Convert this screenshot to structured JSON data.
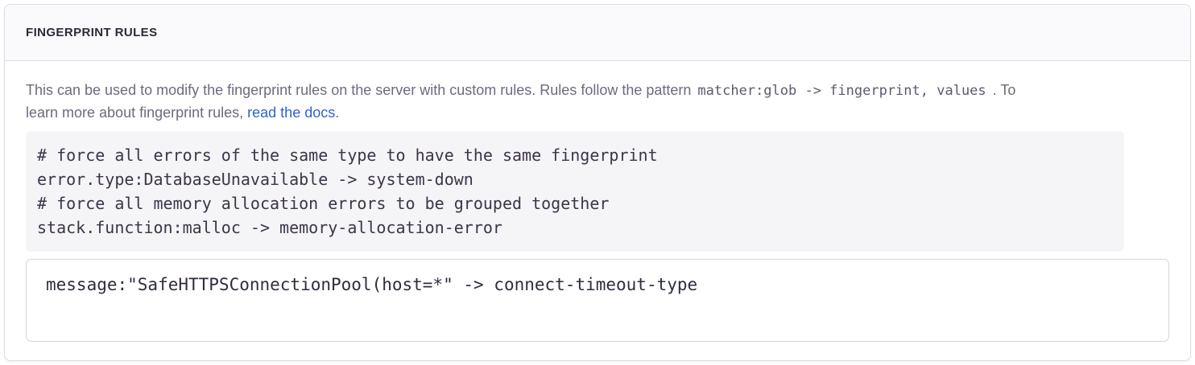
{
  "panel": {
    "title": "FINGERPRINT RULES",
    "description": {
      "text_before_code": "This can be used to modify the fingerprint rules on the server with custom rules. Rules follow the pattern",
      "pattern_code": "matcher:glob -> fingerprint, values",
      "text_after_code": ". To",
      "line2_text": "learn more about fingerprint rules,",
      "link_label": "read the docs",
      "suffix": "."
    },
    "example_block": {
      "lines": [
        "# force all errors of the same type to have the same fingerprint",
        "error.type:DatabaseUnavailable -> system-down",
        "# force all memory allocation errors to be grouped together",
        "stack.function:malloc -> memory-allocation-error"
      ]
    },
    "rules_input": {
      "value": "message:\"SafeHTTPSConnectionPool(host=*\" -> connect-timeout-type"
    },
    "colors": {
      "link": "#2e63cc",
      "panel_border": "#e0dce4",
      "header_background": "#faf9fb",
      "example_background": "#f5f4f7",
      "body_text": "#70697c",
      "title_text": "#2f2936",
      "example_text": "#3c3548",
      "input_border": "#d6d3dd",
      "input_text": "#322b3d"
    }
  }
}
